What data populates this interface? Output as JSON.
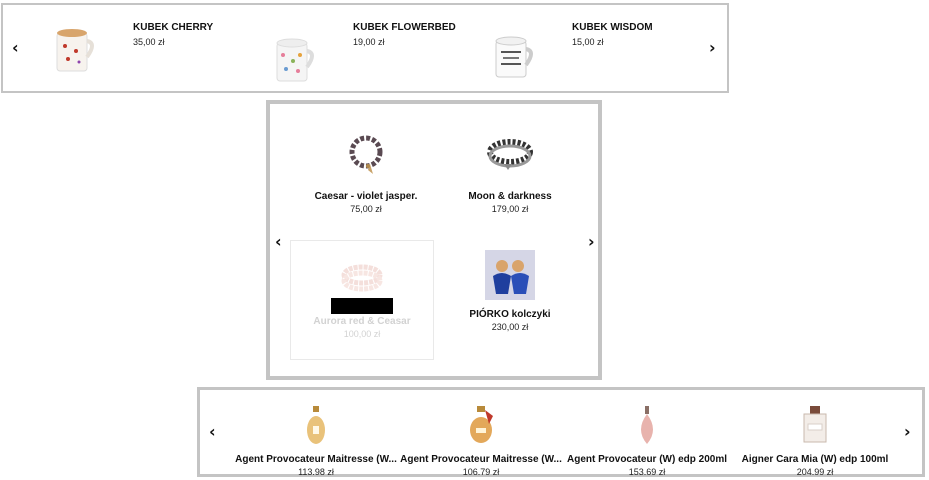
{
  "carousel_mugs": {
    "prev_arrow": "‹",
    "next_arrow": "›",
    "items": [
      {
        "name": "KUBEK CHERRY",
        "price": "35,00 zł"
      },
      {
        "name": "KUBEK FLOWERBED",
        "price": "19,00 zł"
      },
      {
        "name": "KUBEK WISDOM",
        "price": "15,00 zł"
      }
    ]
  },
  "carousel_jewellery": {
    "prev_arrow": "‹",
    "next_arrow": "›",
    "items": [
      {
        "name": "Caesar - violet jasper.",
        "price": "75,00 zł"
      },
      {
        "name": "Moon & darkness",
        "price": "179,00 zł"
      },
      {
        "name": "Aurora red & Ceasar",
        "price": "100,00 zł"
      },
      {
        "name": "PIÓRKO kolczyki",
        "price": "230,00 zł"
      }
    ]
  },
  "carousel_perfumes": {
    "prev_arrow": "‹",
    "next_arrow": "›",
    "items": [
      {
        "name": "Agent Provocateur Maitresse (W...",
        "price": "113.98 zł"
      },
      {
        "name": "Agent Provocateur Maitresse (W...",
        "price": "106.79 zł"
      },
      {
        "name": "Agent Provocateur (W) edp 200ml",
        "price": "153.69 zł"
      },
      {
        "name": "Aigner Cara Mia (W) edp 100ml",
        "price": "204.99 zł"
      }
    ]
  },
  "colors": {
    "border": "#c4c4c4",
    "text": "#111111",
    "dimmed_text": "#d2d2d2",
    "redaction": "#000000"
  }
}
